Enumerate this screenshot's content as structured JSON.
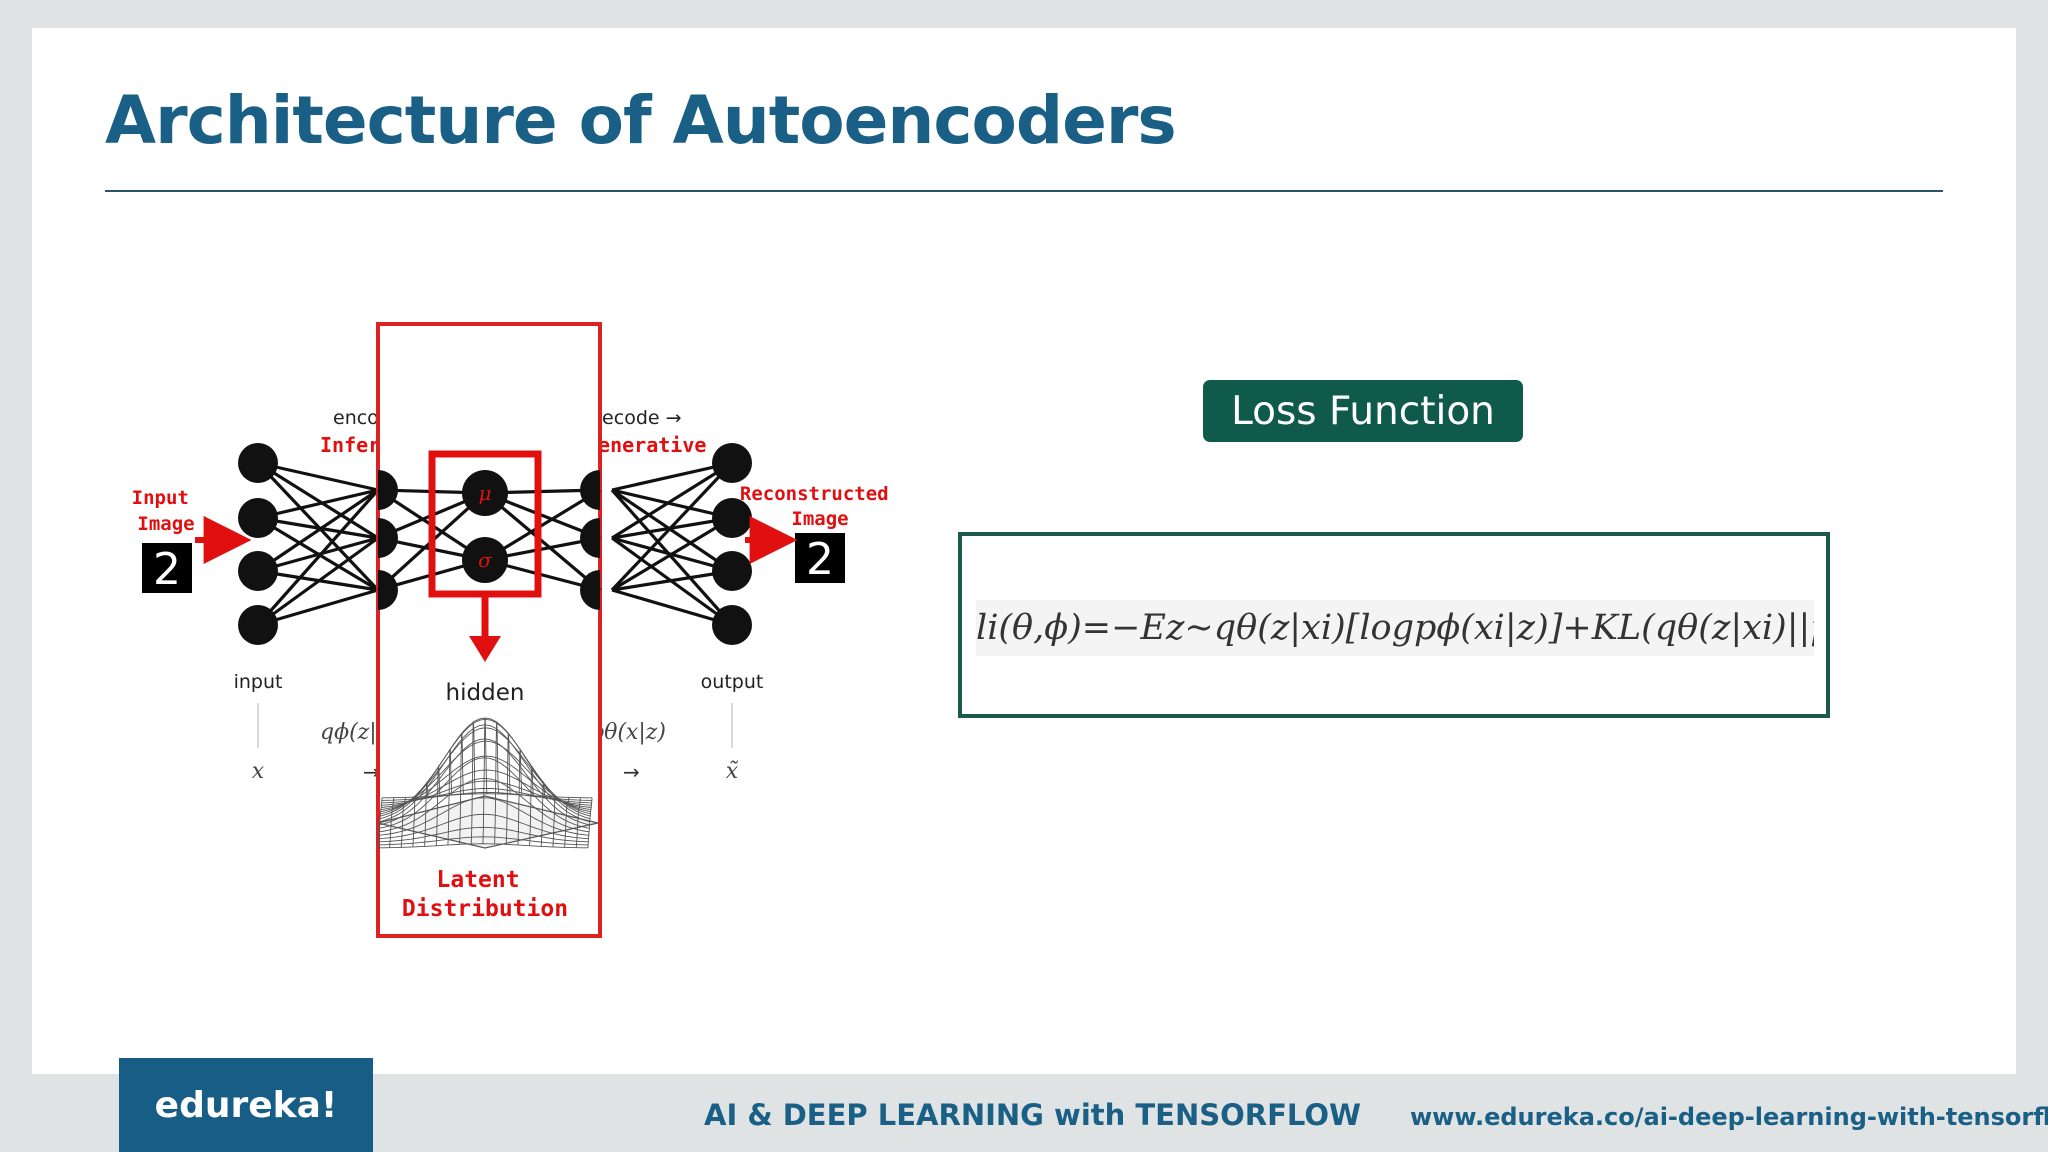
{
  "slide": {
    "title": "Architecture of Autoencoders"
  },
  "diagram": {
    "encode_label": "encode →",
    "inference_label": "Inference",
    "decode_label": "decode →",
    "generative_label": "Generative",
    "input_image_label": "Input Image",
    "reconstructed_image_label": "Reconstructed Image",
    "mu_symbol": "μ",
    "sigma_symbol": "σ",
    "hidden_label": "hidden",
    "input_label": "input",
    "output_label": "output",
    "x_label": "x",
    "x_tilde_label": "x̃",
    "q_label": "qϕ(z|x)",
    "p_label": "pθ(x|z)",
    "latent_distribution_label": "Latent Distribution",
    "digit": "2"
  },
  "loss": {
    "badge_label": "Loss Function",
    "formula": "li(θ,ϕ)=−Ez∼qθ(z|xi)[logpϕ(xi|z)]+KL(qθ(z|xi)||p(z))"
  },
  "footer": {
    "brand": "edureka!",
    "course": "AI & DEEP LEARNING with TENSORFLOW",
    "url": "www.edureka.co/ai-deep-learning-with-tensorflow"
  },
  "colors": {
    "title": "#1a5f85",
    "accent_green": "#0f5a4a",
    "highlight_red": "#e01010",
    "footer_blue": "#185d85"
  }
}
